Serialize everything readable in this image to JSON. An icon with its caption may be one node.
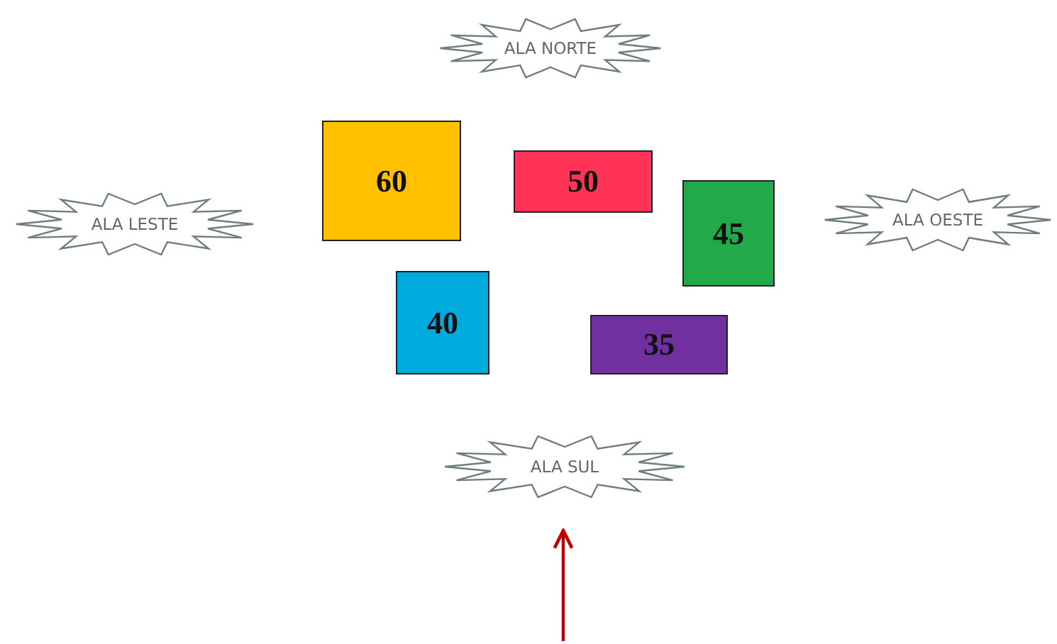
{
  "diagram": {
    "nodes": [
      {
        "text": [
          "ALA NORTE"
        ]
      },
      {
        "text": [
          "60"
        ]
      },
      {
        "text": [
          "50"
        ]
      },
      {
        "text": [
          "ALA LESTE"
        ]
      },
      {
        "text": [
          "45"
        ]
      },
      {
        "text": [
          "ALA OESTE"
        ]
      },
      {
        "text": [
          "40"
        ]
      },
      {
        "text": [
          "35"
        ]
      },
      {
        "text": [
          "ALA SUL"
        ]
      }
    ],
    "edges": [
      {
        "from": null,
        "to": 8,
        "arrow": "to",
        "color": "#c00000"
      }
    ]
  }
}
